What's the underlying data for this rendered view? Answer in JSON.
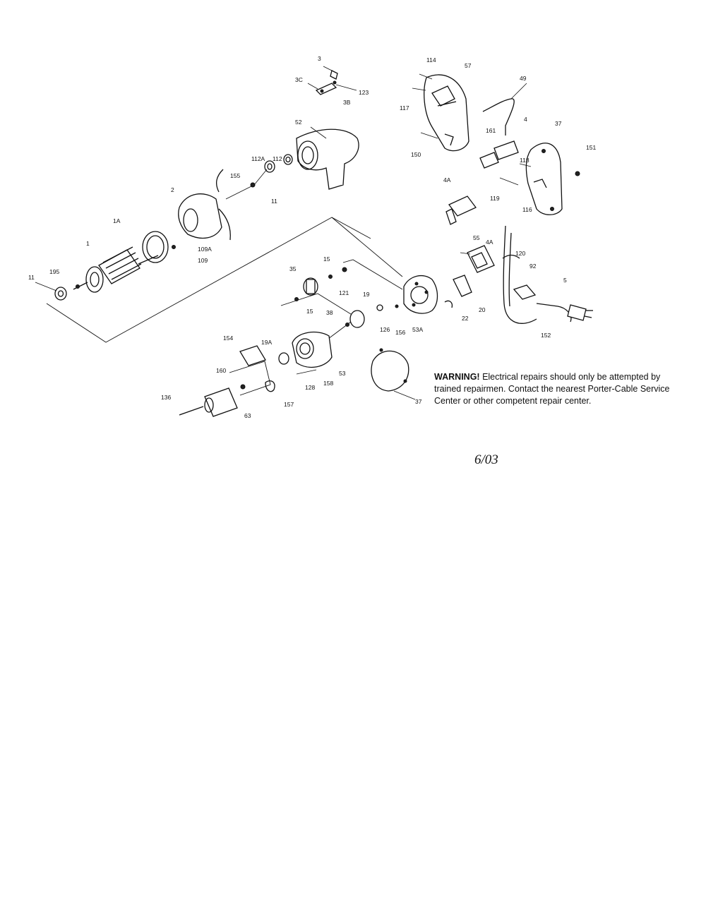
{
  "callouts": [
    "3",
    "3C",
    "3B",
    "123",
    "114",
    "57",
    "49",
    "117",
    "161",
    "4",
    "150",
    "52",
    "37",
    "151",
    "112A",
    "112",
    "118",
    "155",
    "11",
    "119",
    "116",
    "2",
    "4A",
    "1A",
    "55",
    "109A",
    "109",
    "120",
    "1",
    "4A",
    "92",
    "5",
    "15",
    "195",
    "35",
    "121",
    "11",
    "19",
    "38",
    "126",
    "156",
    "53A",
    "22",
    "20",
    "152",
    "154",
    "19A",
    "53",
    "128",
    "158",
    "160",
    "157",
    "37",
    "136",
    "63",
    "15"
  ],
  "warning": {
    "heading": "WARNING!",
    "text": "Electrical repairs should only be attempted by trained repairmen. Contact the nearest Porter-Cable Service Center or other competent repair center."
  },
  "date_stamp": "6/03"
}
